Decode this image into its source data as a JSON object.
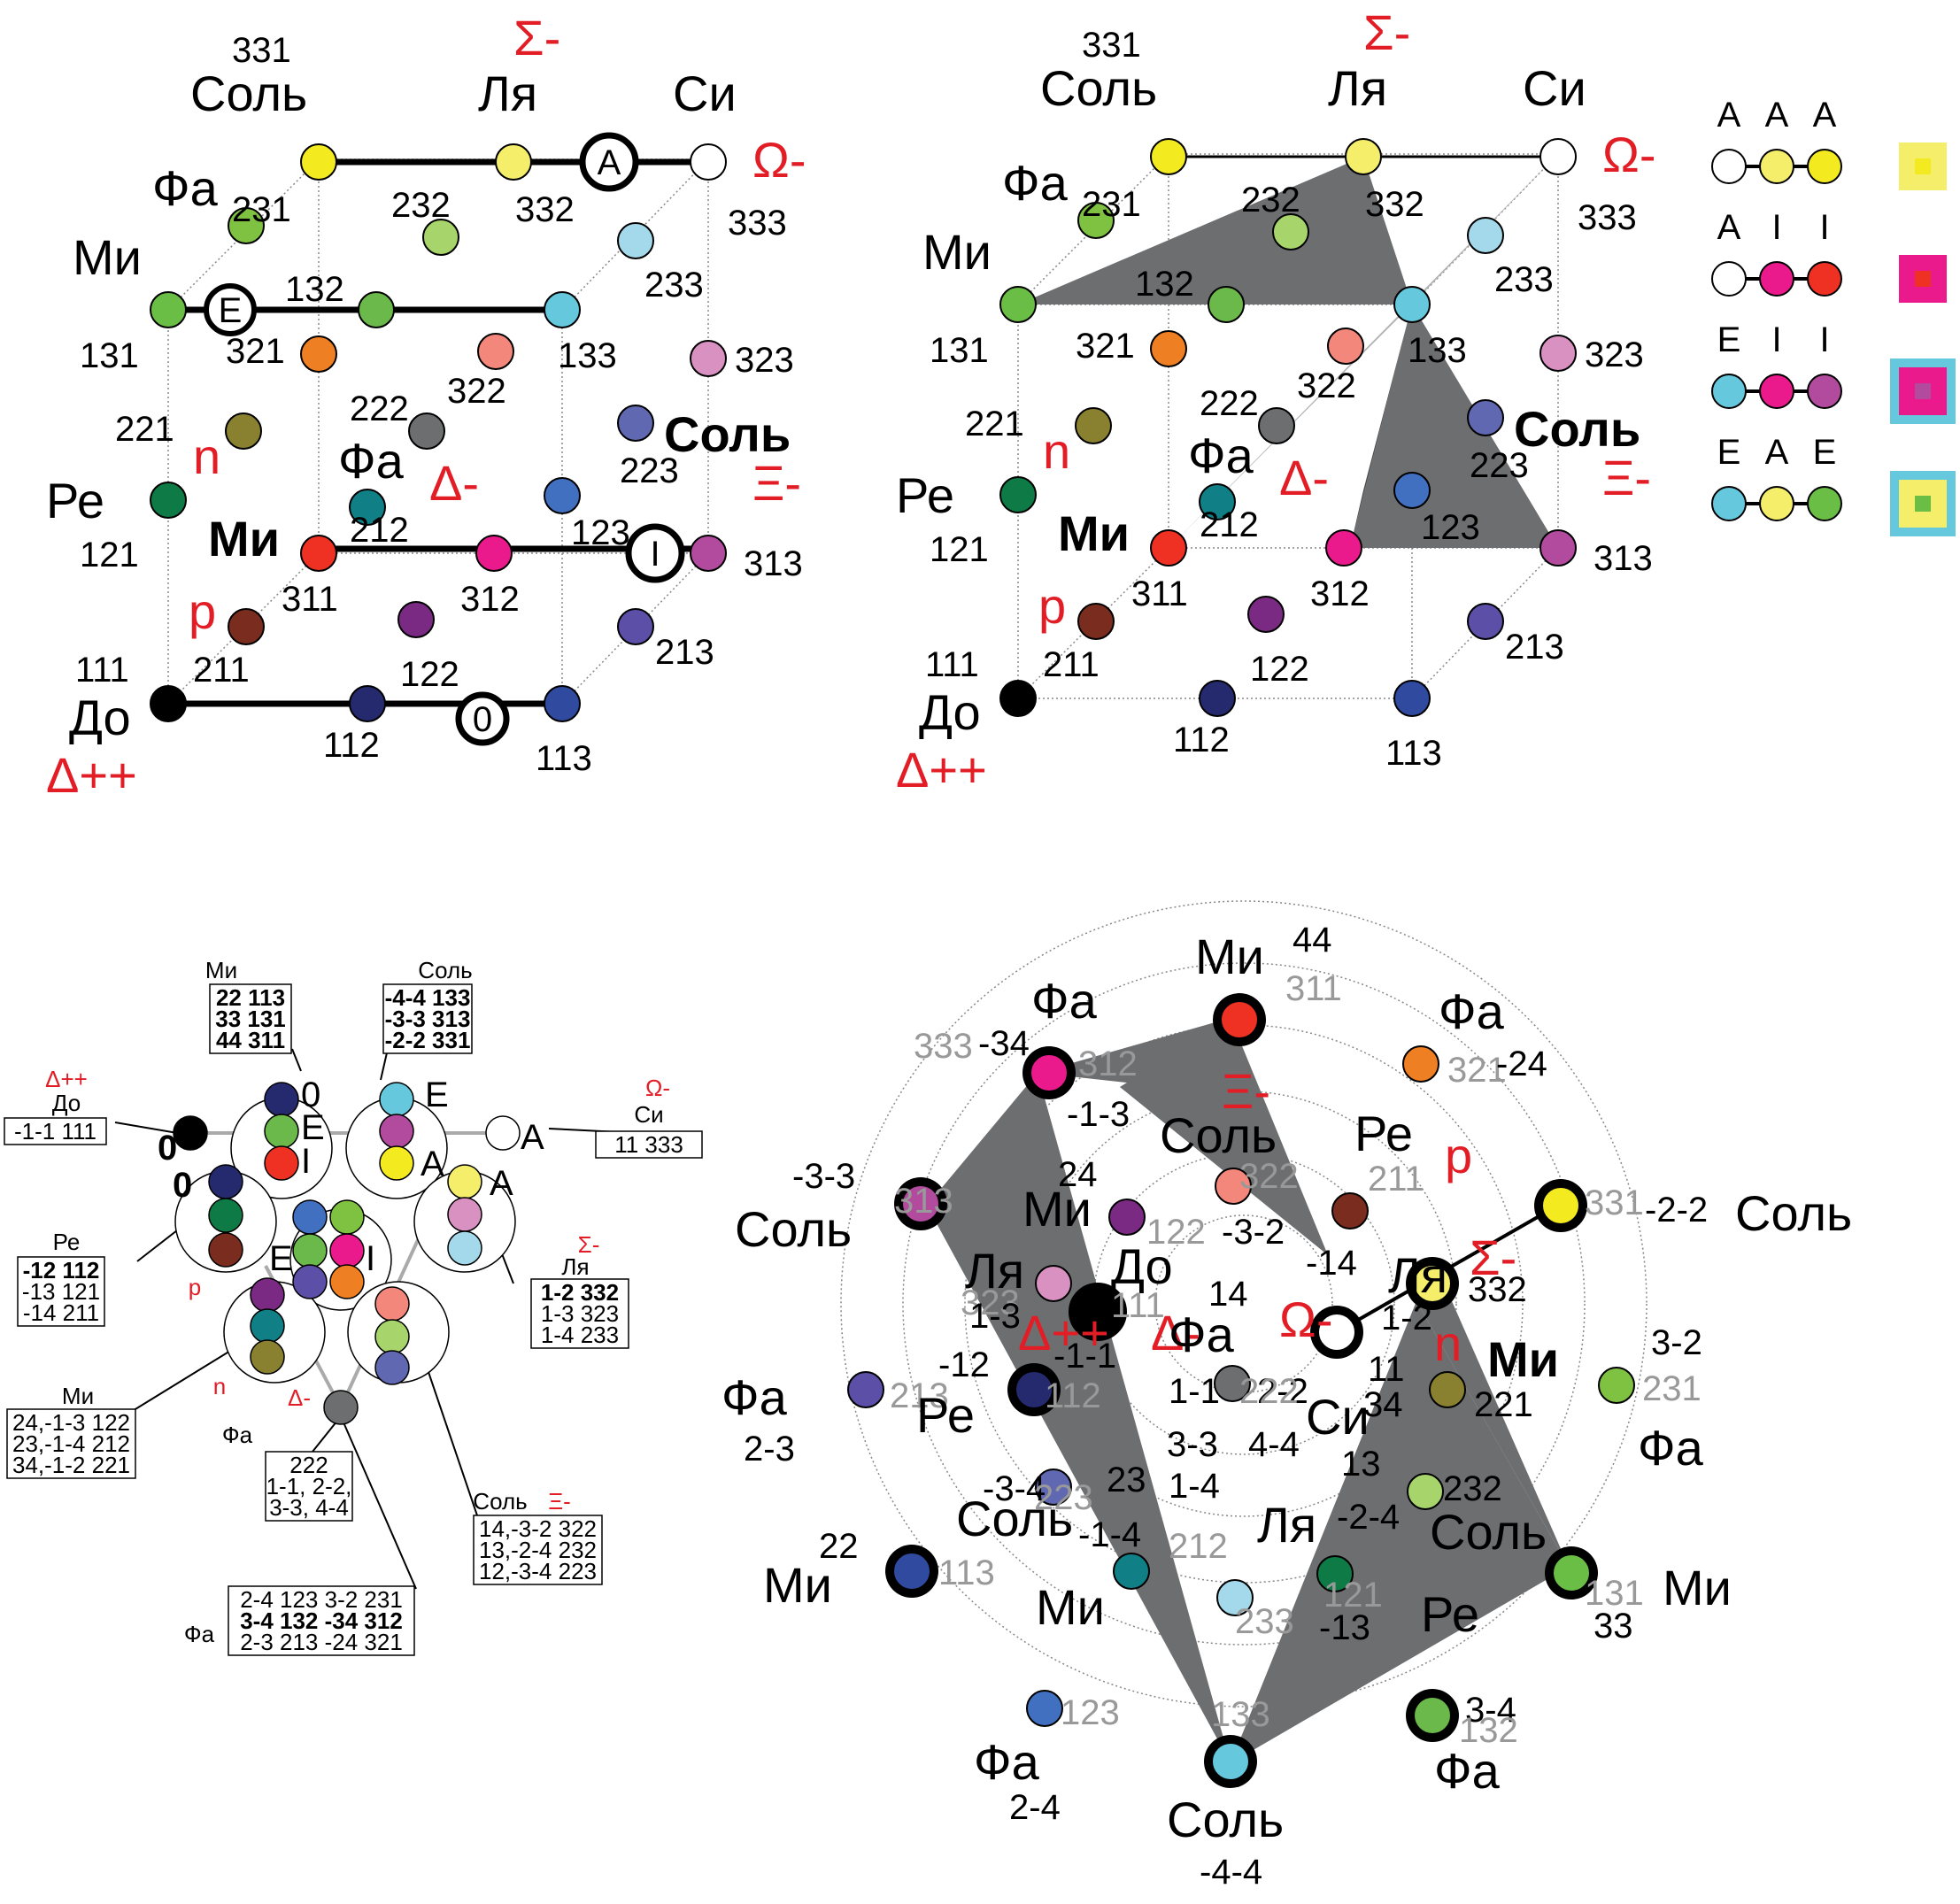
{
  "colors": {
    "c111": "#000000",
    "c112": "#252a6e",
    "c113": "#2f4a9e",
    "c121": "#0e7a45",
    "c122": "#7b2a83",
    "c123": "#4270c0",
    "c131": "#6abd45",
    "c132": "#6bb94a",
    "c133": "#65c8dc",
    "c211": "#7a2d1e",
    "c212": "#117f86",
    "c213": "#5b4fa8",
    "c221": "#8a8130",
    "c222": "#6c6e70",
    "c223": "#6068b1",
    "c231": "#7fc242",
    "c232": "#a7d46b",
    "c233": "#a3d9ea",
    "c311": "#ef3124",
    "c312": "#eb1a8c",
    "c313": "#b24b9e",
    "c321": "#ee7f22",
    "c322": "#f4877b",
    "c323": "#d991c2",
    "c331": "#f4ea20",
    "c332": "#f4ee6a",
    "c333": "#ffffff",
    "accent_red": "#e21d25",
    "shade_dark": "#6d6e70",
    "shade_light": "#b2b3b5",
    "legend_yellow": "#f4ee6a",
    "legend_magenta": "#eb1a8c",
    "legend_cyan": "#65c8dc",
    "legend_green": "#6abd45"
  },
  "cube1": {
    "nodes": [
      {
        "id": "111",
        "color": "c111",
        "label": "111"
      },
      {
        "id": "112",
        "color": "c112",
        "label": "112"
      },
      {
        "id": "113",
        "color": "c113",
        "label": "113"
      },
      {
        "id": "121",
        "color": "c121",
        "label": "121"
      },
      {
        "id": "122",
        "color": "c122",
        "label": "122"
      },
      {
        "id": "123",
        "color": "c123",
        "label": "123"
      },
      {
        "id": "131",
        "color": "c131",
        "label": "131"
      },
      {
        "id": "132",
        "color": "c132",
        "label": "132"
      },
      {
        "id": "133",
        "color": "c133",
        "label": "133"
      },
      {
        "id": "211",
        "color": "c211",
        "label": "211"
      },
      {
        "id": "212",
        "color": "c212",
        "label": "212"
      },
      {
        "id": "213",
        "color": "c213",
        "label": "213"
      },
      {
        "id": "221",
        "color": "c221",
        "label": "221"
      },
      {
        "id": "222",
        "color": "c222",
        "label": "222"
      },
      {
        "id": "223",
        "color": "c223",
        "label": "223"
      },
      {
        "id": "231",
        "color": "c231",
        "label": "231"
      },
      {
        "id": "232",
        "color": "c232",
        "label": "232"
      },
      {
        "id": "233",
        "color": "c233",
        "label": "233"
      },
      {
        "id": "311",
        "color": "c311",
        "label": "311"
      },
      {
        "id": "312",
        "color": "c312",
        "label": "312"
      },
      {
        "id": "313",
        "color": "c313",
        "label": "313"
      },
      {
        "id": "321",
        "color": "c321",
        "label": "321"
      },
      {
        "id": "322",
        "color": "c322",
        "label": "322"
      },
      {
        "id": "323",
        "color": "c323",
        "label": "323"
      },
      {
        "id": "331",
        "color": "c331",
        "label": "331"
      },
      {
        "id": "332",
        "color": "c332",
        "label": "332"
      },
      {
        "id": "333",
        "color": "c333",
        "label": "333"
      }
    ],
    "notes": {
      "do": "До",
      "re": "Ре",
      "mi": "Ми",
      "fa": "Фа",
      "sol": "Соль",
      "la": "Ля",
      "si": "Си",
      "mi_bold": "Ми",
      "sol_bold": "Соль",
      "fa2": "Фа"
    },
    "particles": {
      "sigma": "Σ-",
      "omega": "Ω-",
      "delta_pp": "Δ++",
      "delta_m": "Δ-",
      "xi": "Ξ-",
      "n": "n",
      "p": "p"
    },
    "vowels": {
      "a": "A",
      "e": "E",
      "i": "I",
      "o": "0"
    }
  },
  "legend": {
    "rows": [
      {
        "letters": [
          "A",
          "A",
          "A"
        ]
      },
      {
        "letters": [
          "A",
          "I",
          "I"
        ]
      },
      {
        "letters": [
          "E",
          "I",
          "I"
        ]
      },
      {
        "letters": [
          "E",
          "A",
          "E"
        ]
      }
    ]
  },
  "tree": {
    "mi_top": {
      "title": "Ми",
      "lines": [
        "22 113",
        "33 131",
        "44 311"
      ]
    },
    "sol_top": {
      "title": "Соль",
      "lines": [
        "-4-4 133",
        "-3-3 313",
        "-2-2 331"
      ]
    },
    "do": {
      "sup": "Δ++",
      "title": "До",
      "line": "-1-1 111"
    },
    "si": {
      "sup": "Ω-",
      "title": "Си",
      "line": "11 333"
    },
    "re": {
      "title": "Ре",
      "lines": [
        "-12 112",
        "-13 121",
        "-14 211"
      ],
      "p": "p"
    },
    "la": {
      "title": "Ля",
      "sup": "Σ-",
      "lines": [
        "1-2 332",
        "1-3 323",
        "1-4 233"
      ]
    },
    "mi_low": {
      "title": "Ми",
      "lines": [
        "24,-1-3 122",
        "23,-1-4 212",
        "34,-1-2 221"
      ],
      "n": "n"
    },
    "fa_mid": {
      "title": "Фа",
      "sup": "Δ-",
      "lines": [
        "222",
        "1-1, 2-2,",
        "3-3, 4-4"
      ]
    },
    "sol_low": {
      "title": "Соль",
      "sup": "Ξ-",
      "lines": [
        "14,-3-2 322",
        "13,-2-4 232",
        "12,-3-4 223"
      ]
    },
    "fa_low": {
      "title": "Фа",
      "lines": [
        "2-4 123 3-2 231",
        "3-4 132 -34 312",
        "2-3 213 -24 321"
      ]
    },
    "letters": {
      "zero": "0",
      "e": "E",
      "i": "I",
      "a": "A"
    }
  },
  "wheel": {
    "labels": [
      {
        "t": "Ми",
        "k": "big"
      },
      {
        "t": "44",
        "k": "mid"
      },
      {
        "t": "311",
        "k": "gray"
      },
      {
        "t": "Фа",
        "k": "big"
      },
      {
        "t": "333",
        "k": "gray"
      },
      {
        "t": "-34",
        "k": "mid"
      },
      {
        "t": "312",
        "k": "gray"
      },
      {
        "t": "-1-3",
        "k": "mid"
      },
      {
        "t": "Фа",
        "k": "big"
      },
      {
        "t": "321",
        "k": "gray"
      },
      {
        "t": "-24",
        "k": "mid"
      },
      {
        "t": "Ξ-",
        "k": "red"
      },
      {
        "t": "Соль",
        "k": "big"
      },
      {
        "t": "322",
        "k": "gray"
      },
      {
        "t": "Ре",
        "k": "big"
      },
      {
        "t": "211",
        "k": "gray"
      },
      {
        "t": "p",
        "k": "red"
      },
      {
        "t": "-3-3",
        "k": "mid"
      },
      {
        "t": "Соль",
        "k": "big"
      },
      {
        "t": "313",
        "k": "gray"
      },
      {
        "t": "24",
        "k": "mid"
      },
      {
        "t": "Ми",
        "k": "big"
      },
      {
        "t": "122",
        "k": "gray"
      },
      {
        "t": "-3-2",
        "k": "mid"
      },
      {
        "t": "-14",
        "k": "mid"
      },
      {
        "t": "331",
        "k": "gray"
      },
      {
        "t": "-2-2",
        "k": "mid"
      },
      {
        "t": "Соль",
        "k": "big"
      },
      {
        "t": "Ля",
        "k": "big"
      },
      {
        "t": "323",
        "k": "gray"
      },
      {
        "t": "1-3",
        "k": "mid"
      },
      {
        "t": "До",
        "k": "big"
      },
      {
        "t": "111",
        "k": "gray"
      },
      {
        "t": "14",
        "k": "mid"
      },
      {
        "t": "Ω-",
        "k": "red"
      },
      {
        "t": "Ля",
        "k": "big"
      },
      {
        "t": "Σ-",
        "k": "red"
      },
      {
        "t": "332",
        "k": "mid"
      },
      {
        "t": "1-2",
        "k": "mid"
      },
      {
        "t": "n",
        "k": "red"
      },
      {
        "t": "Ми",
        "k": "bigbold"
      },
      {
        "t": "Δ++",
        "k": "red"
      },
      {
        "t": "Δ-",
        "k": "red"
      },
      {
        "t": "Фа",
        "k": "big"
      },
      {
        "t": "-1-1",
        "k": "mid"
      },
      {
        "t": "-12",
        "k": "mid"
      },
      {
        "t": "Фа",
        "k": "big"
      },
      {
        "t": "213",
        "k": "gray"
      },
      {
        "t": "2-3",
        "k": "mid"
      },
      {
        "t": "Ре",
        "k": "big"
      },
      {
        "t": "112",
        "k": "gray"
      },
      {
        "t": "1-1",
        "k": "mid"
      },
      {
        "t": "2-2",
        "k": "mid"
      },
      {
        "t": "222",
        "k": "gray"
      },
      {
        "t": "11",
        "k": "mid"
      },
      {
        "t": "Си",
        "k": "big"
      },
      {
        "t": "34",
        "k": "mid"
      },
      {
        "t": "221",
        "k": "mid"
      },
      {
        "t": "3-2",
        "k": "mid"
      },
      {
        "t": "231",
        "k": "gray"
      },
      {
        "t": "Фа",
        "k": "big"
      },
      {
        "t": "3-3",
        "k": "mid"
      },
      {
        "t": "4-4",
        "k": "mid"
      },
      {
        "t": "1-4",
        "k": "mid"
      },
      {
        "t": "13",
        "k": "mid"
      },
      {
        "t": "232",
        "k": "mid"
      },
      {
        "t": "-2-4",
        "k": "mid"
      },
      {
        "t": "Соль",
        "k": "big"
      },
      {
        "t": "-3-4",
        "k": "mid"
      },
      {
        "t": "223",
        "k": "gray"
      },
      {
        "t": "23",
        "k": "mid"
      },
      {
        "t": "Соль",
        "k": "big"
      },
      {
        "t": "-1-4",
        "k": "mid"
      },
      {
        "t": "212",
        "k": "gray"
      },
      {
        "t": "Ля",
        "k": "big"
      },
      {
        "t": "22",
        "k": "mid"
      },
      {
        "t": "Ми",
        "k": "big"
      },
      {
        "t": "113",
        "k": "gray"
      },
      {
        "t": "Ми",
        "k": "big"
      },
      {
        "t": "233",
        "k": "gray"
      },
      {
        "t": "-13",
        "k": "mid"
      },
      {
        "t": "121",
        "k": "gray"
      },
      {
        "t": "Ре",
        "k": "big"
      },
      {
        "t": "131",
        "k": "gray"
      },
      {
        "t": "Ми",
        "k": "big"
      },
      {
        "t": "33",
        "k": "mid"
      },
      {
        "t": "123",
        "k": "gray"
      },
      {
        "t": "Фа",
        "k": "big"
      },
      {
        "t": "2-4",
        "k": "mid"
      },
      {
        "t": "3-4",
        "k": "mid"
      },
      {
        "t": "132",
        "k": "gray"
      },
      {
        "t": "Фа",
        "k": "big"
      },
      {
        "t": "133",
        "k": "gray"
      },
      {
        "t": "Соль",
        "k": "big"
      },
      {
        "t": "-4-4",
        "k": "mid"
      }
    ]
  }
}
